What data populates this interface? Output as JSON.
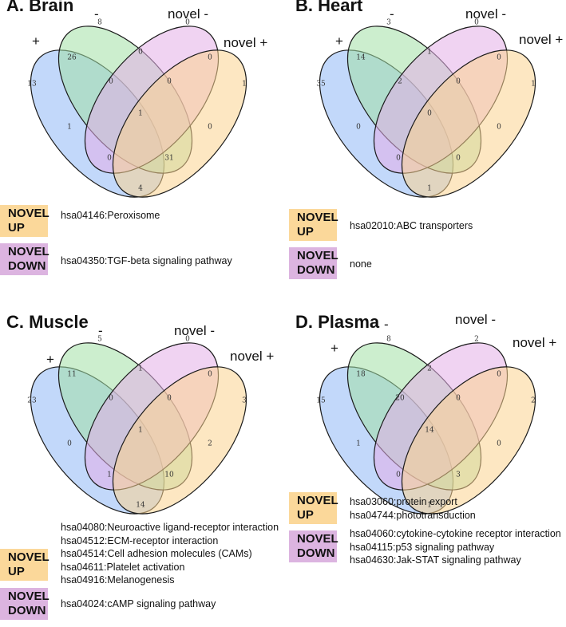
{
  "colors": {
    "plus": "#8fb8f5",
    "minus": "#a3e0a5",
    "novel_minus": "#e4aee7",
    "novel_plus": "#fbd38f",
    "up_box": "#fbd89a",
    "down_box": "#dcb4e0"
  },
  "set_labels": {
    "plus": "+",
    "minus": "-",
    "novel_minus": "novel -",
    "novel_plus": "novel +"
  },
  "box_labels": {
    "up": [
      "NOVEL",
      "UP"
    ],
    "down": [
      "NOVEL",
      "DOWN"
    ]
  },
  "panels": [
    {
      "title": "A. Brain",
      "counts": {
        "p": "13",
        "m": "8",
        "nm": "0",
        "np": "1",
        "pm": "26",
        "m_nm": "0",
        "nm_np": "0",
        "p_nm": "1",
        "m_np": "0",
        "p_np": "4",
        "p_m_nm": "0",
        "m_nm_np": "0",
        "p_nm_np": "0",
        "p_m_np": "31",
        "all": "1"
      },
      "up_terms": [
        "hsa04146:Peroxisome"
      ],
      "down_terms": [
        "hsa04350:TGF-beta signaling pathway"
      ]
    },
    {
      "title": "B. Heart",
      "counts": {
        "p": "35",
        "m": "3",
        "nm": "0",
        "np": "1",
        "pm": "14",
        "m_nm": "1",
        "nm_np": "0",
        "p_nm": "0",
        "m_np": "0",
        "p_np": "1",
        "p_m_nm": "2",
        "m_nm_np": "0",
        "p_nm_np": "0",
        "p_m_np": "0",
        "all": "0"
      },
      "up_terms": [
        "hsa02010:ABC transporters"
      ],
      "down_terms": [
        "none"
      ]
    },
    {
      "title": "C. Muscle",
      "counts": {
        "p": "23",
        "m": "5",
        "nm": "0",
        "np": "3",
        "pm": "11",
        "m_nm": "1",
        "nm_np": "0",
        "p_nm": "0",
        "m_np": "2",
        "p_np": "14",
        "p_m_nm": "0",
        "m_nm_np": "0",
        "p_nm_np": "1",
        "p_m_np": "10",
        "all": "1"
      },
      "up_terms": [
        "hsa04080:Neuroactive ligand-receptor interaction",
        "hsa04512:ECM-receptor interaction",
        "hsa04514:Cell adhesion molecules (CAMs)",
        "hsa04611:Platelet activation",
        "hsa04916:Melanogenesis"
      ],
      "down_terms": [
        "hsa04024:cAMP signaling pathway"
      ]
    },
    {
      "title": "D. Plasma",
      "counts": {
        "p": "15",
        "m": "8",
        "nm": "2",
        "np": "2",
        "pm": "18",
        "m_nm": "2",
        "nm_np": "0",
        "p_nm": "1",
        "m_np": "0",
        "p_np": "1",
        "p_m_nm": "20",
        "m_nm_np": "0",
        "p_nm_np": "0",
        "p_m_np": "3",
        "all": "14"
      },
      "up_terms": [
        "hsa03060:protein export",
        "hsa04744:phototransduction"
      ],
      "down_terms": [
        "hsa04060:cytokine-cytokine receptor interaction",
        "hsa04115:p53 signaling pathway",
        "hsa04630:Jak-STAT signaling pathway"
      ]
    }
  ]
}
